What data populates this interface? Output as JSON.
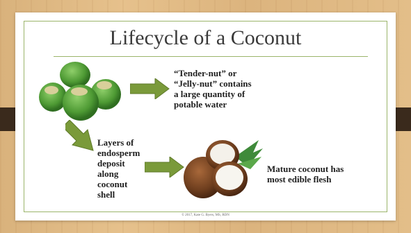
{
  "slide": {
    "title": "Lifecycle of a Coconut",
    "text_tender": "“Tender-nut” or “Jelly-nut” contains a large quantity of potable water",
    "text_tender_lines": [
      "“Tender-nut” or",
      "“Jelly-nut” contains",
      "a large quantity of",
      "potable water"
    ],
    "text_layers_lines": [
      "Layers of",
      "endosperm",
      "deposit",
      "along",
      "coconut",
      "shell"
    ],
    "text_mature_lines": [
      "Mature coconut has",
      "most edible flesh"
    ],
    "footer": "© 2017, Kate G. Byers, MS, RDN"
  },
  "colors": {
    "accent_green": "#7a9a3a",
    "border_green": "#9bb46a",
    "tab_brown": "#3a2a1c"
  },
  "icons": [
    "green-coconuts-image",
    "right-arrow-icon",
    "diagonal-arrow-icon",
    "mature-coconut-image"
  ]
}
